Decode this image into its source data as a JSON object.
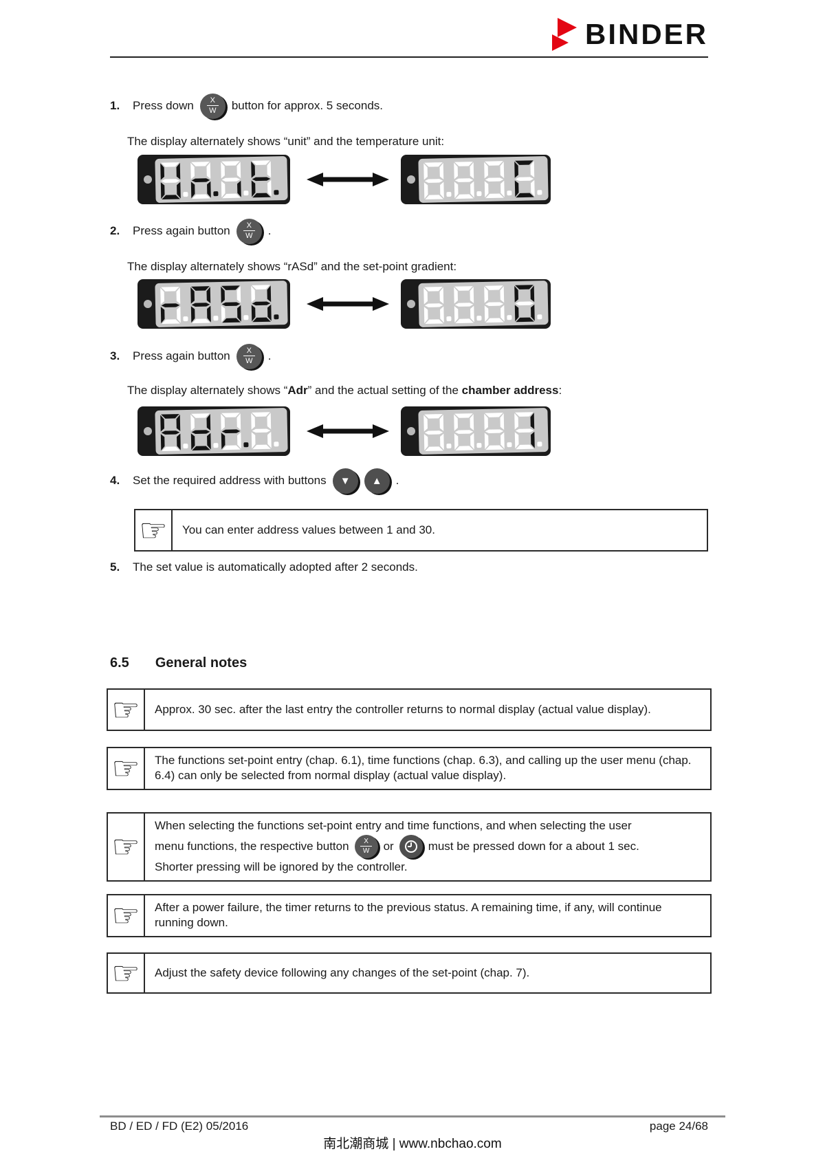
{
  "header": {
    "brand": "BINDER",
    "brand_color": "#e30613"
  },
  "steps": {
    "s1": {
      "num": "1.",
      "pre": "Press down",
      "post": "button for approx. 5 seconds.",
      "desc": "The display alternately shows “unit” and the temperature unit:"
    },
    "s2": {
      "num": "2.",
      "pre": "Press again button",
      "post": ".",
      "desc": "The display alternately shows “rASd” and the set-point gradient:"
    },
    "s3": {
      "num": "3.",
      "pre": "Press again button",
      "post": ".",
      "desc_rich": [
        {
          "t": "The display alternately shows “"
        },
        {
          "t": "Adr",
          "b": true
        },
        {
          "t": "” and the actual setting of the "
        },
        {
          "t": "chamber address",
          "b": true
        },
        {
          "t": ":"
        }
      ]
    },
    "s4": {
      "num": "4.",
      "pre": "Set the required address with buttons",
      "post": "."
    },
    "s5": {
      "num": "5.",
      "text": "The set value is automatically adopted after 2 seconds."
    }
  },
  "buttons": {
    "xw_top": "X",
    "xw_bottom": "W",
    "down_glyph": "▼",
    "up_glyph": "▲"
  },
  "displays": [
    {
      "left": {
        "chars": [
          "U",
          "n",
          "i",
          "t"
        ],
        "active": [
          true,
          true,
          true,
          true
        ],
        "dps": [
          false,
          true,
          false,
          true
        ]
      },
      "right": {
        "chars": [
          "8",
          "8",
          "8",
          "C"
        ],
        "active": [
          false,
          false,
          false,
          true
        ],
        "dps": [
          false,
          false,
          false,
          false
        ]
      }
    },
    {
      "left": {
        "chars": [
          "r",
          "A",
          "S",
          "d"
        ],
        "active": [
          true,
          true,
          true,
          true
        ],
        "dps": [
          false,
          false,
          false,
          true
        ]
      },
      "right": {
        "chars": [
          "8",
          "8",
          "8",
          "0"
        ],
        "active": [
          false,
          false,
          false,
          true
        ],
        "dps": [
          false,
          false,
          false,
          false
        ]
      }
    },
    {
      "left": {
        "chars": [
          "A",
          "d",
          "r",
          "8"
        ],
        "active": [
          true,
          true,
          true,
          false
        ],
        "dps": [
          false,
          false,
          true,
          false
        ]
      },
      "right": {
        "chars": [
          "8",
          "8",
          "8",
          "1"
        ],
        "active": [
          false,
          false,
          false,
          true
        ],
        "dps": [
          false,
          false,
          false,
          false
        ]
      }
    }
  ],
  "lcd_colors": {
    "active": "#141414",
    "ghost": "#ffffff",
    "panel": "#c9c9c9",
    "frame": "#1b1b1b"
  },
  "inline_note": {
    "icon": "☞",
    "text": "You can enter address values between 1 and 30."
  },
  "section": {
    "number": "6.5",
    "title": "General notes"
  },
  "notes": {
    "icon": "☞",
    "n1": "Approx. 30 sec. after the last entry the controller returns to normal display (actual value display).",
    "n2": "The functions set-point entry (chap. 6.1), time functions (chap. 6.3), and calling up the user menu (chap. 6.4) can only be selected from normal display (actual value display).",
    "n3_line1": "When selecting the functions set-point entry and time functions, and when selecting the user",
    "n3_pre": "menu functions, the respective button",
    "n3_mid": "or",
    "n3_post": "must be pressed down for a about 1 sec.",
    "n3_line3": "Shorter pressing will be ignored by the controller.",
    "n4": "After a power failure, the timer returns to the previous status. A remaining time, if any, will continue running down.",
    "n5": "Adjust the safety device following any changes of the set-point (chap. 7)."
  },
  "footer": {
    "left": "BD / ED / FD (E2) 05/2016",
    "right": "page 24/68",
    "watermark": "南北潮商城 | www.nbchao.com"
  }
}
